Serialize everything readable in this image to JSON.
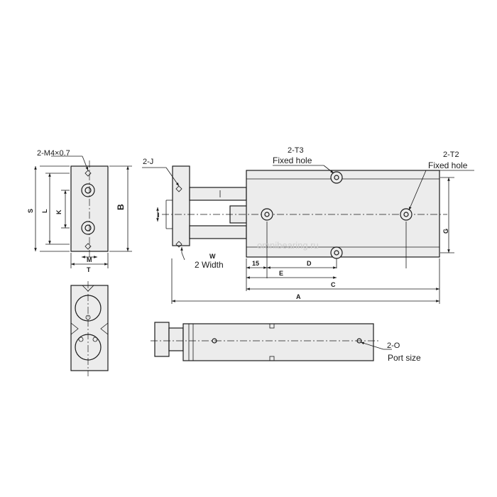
{
  "callouts": {
    "m4": "2-M4×0.7",
    "j": "2-J",
    "t3_code": "2-T3",
    "t3_name": "Fixed hole",
    "t2_code": "2-T2",
    "t2_name": "Fixed hole",
    "width": "2 Width",
    "o_code": "2-O",
    "o_name": "Port size"
  },
  "dimensions": {
    "S": "S",
    "L": "L",
    "K": "K",
    "B": "B",
    "M": "M",
    "T": "T",
    "I": "I",
    "W": "W",
    "G": "G",
    "n15": "15",
    "D": "D",
    "E": "E",
    "C": "C",
    "A": "A"
  },
  "watermark": "omnibearing.ru"
}
